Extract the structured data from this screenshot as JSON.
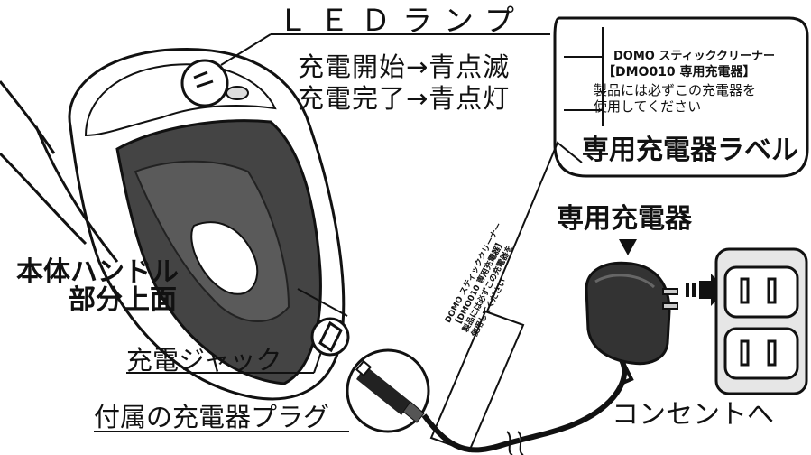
{
  "led": {
    "title": "ＬＥＤランプ",
    "line1": "充電開始→青点滅",
    "line2": "充電完了→青点灯"
  },
  "body_part": {
    "line1": "本体ハンドル",
    "line2": "部分上面"
  },
  "jack_label": "充電ジャック",
  "plug_label": "付属の充電器プラグ",
  "charger_label": "専用充電器",
  "charger_arrow": "▼",
  "outlet_label": "コンセントへ",
  "callout": {
    "title": "専用充電器ラベル",
    "label_line1": "DOMO スティッククリーナー",
    "label_line2": "【DMO010 専用充電器】",
    "label_line3": "製品には必ずこの充電器を",
    "label_line4": "使用してください"
  },
  "cord_tag": {
    "line1": "DOMO スティッククリーナー",
    "line2": "【DMO010 専用充電器】",
    "line3": "製品には必ずこの充電器を",
    "line4": "使用してください"
  },
  "colors": {
    "ink": "#111111",
    "body_dark": "#3d3d3d",
    "body_mid": "#5a5a5a",
    "body_light": "#ffffff",
    "outlet": "#e6e6e6"
  }
}
